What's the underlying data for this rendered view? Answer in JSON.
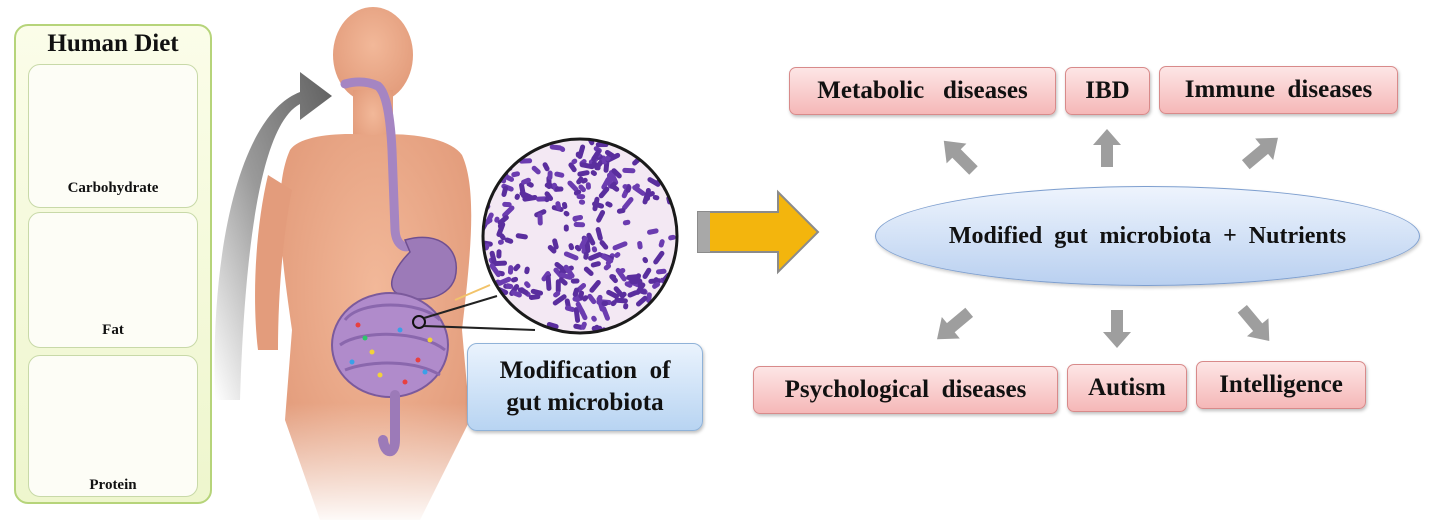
{
  "diet_panel": {
    "title": "Human Diet",
    "items": [
      {
        "label": "Carbohydrate"
      },
      {
        "label": "Fat"
      },
      {
        "label": "Protein"
      }
    ]
  },
  "modification_label": {
    "line1": "Modification  of",
    "line2": "gut microbiota"
  },
  "center_node": {
    "label": "Modified  gut  microbiota  +  Nutrients"
  },
  "outcomes_top": [
    {
      "label": "Metabolic   diseases"
    },
    {
      "label": "IBD"
    },
    {
      "label": "Immune  diseases"
    }
  ],
  "outcomes_bottom": [
    {
      "label": "Psychological  diseases"
    },
    {
      "label": "Autism"
    },
    {
      "label": "Intelligence"
    }
  ],
  "colors": {
    "diet_panel_border": "#b6d47a",
    "disease_box_fill": "#f5b8b8",
    "ellipse_fill": "#b9d0f0",
    "body_skin": "#e9a98a",
    "digestive_tract": "#9c7ab8",
    "big_arrow": "#f3b50d",
    "grey_arrow": "#9e9e9e",
    "bacteria": "#5a2e9e"
  }
}
